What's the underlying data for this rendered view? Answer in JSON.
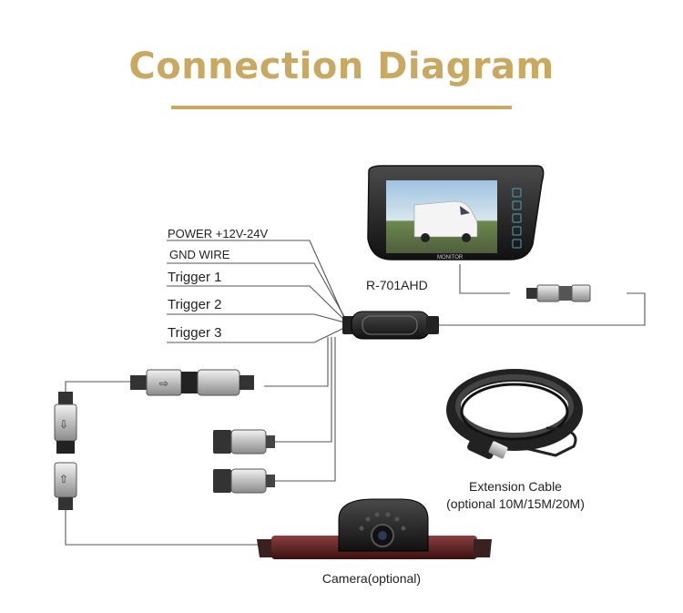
{
  "title": "Connection Diagram",
  "colors": {
    "accent": "#c9a862",
    "wire": "#555555",
    "device": "#333333"
  },
  "wires": [
    {
      "label": "POWER +12V-24V"
    },
    {
      "label": "GND WIRE"
    },
    {
      "label": "Trigger 1"
    },
    {
      "label": "Trigger 2"
    },
    {
      "label": "Trigger 3"
    }
  ],
  "monitor": {
    "model": "R-701AHD",
    "brand": "MONITOR"
  },
  "extension_cable": {
    "line1": "Extension Cable",
    "line2": "(optional 10M/15M/20M)"
  },
  "camera": {
    "label": "Camera(optional)"
  }
}
